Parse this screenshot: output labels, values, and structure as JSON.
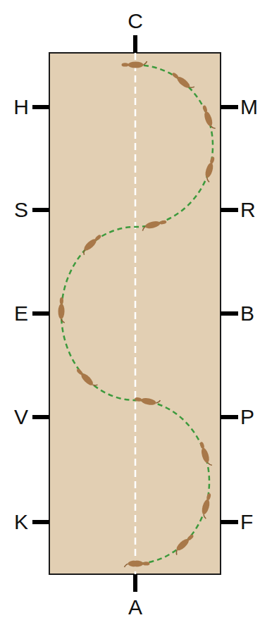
{
  "diagram": {
    "labels": [
      "C",
      "H",
      "M",
      "S",
      "R",
      "E",
      "B",
      "V",
      "P",
      "K",
      "F",
      "A"
    ]
  }
}
